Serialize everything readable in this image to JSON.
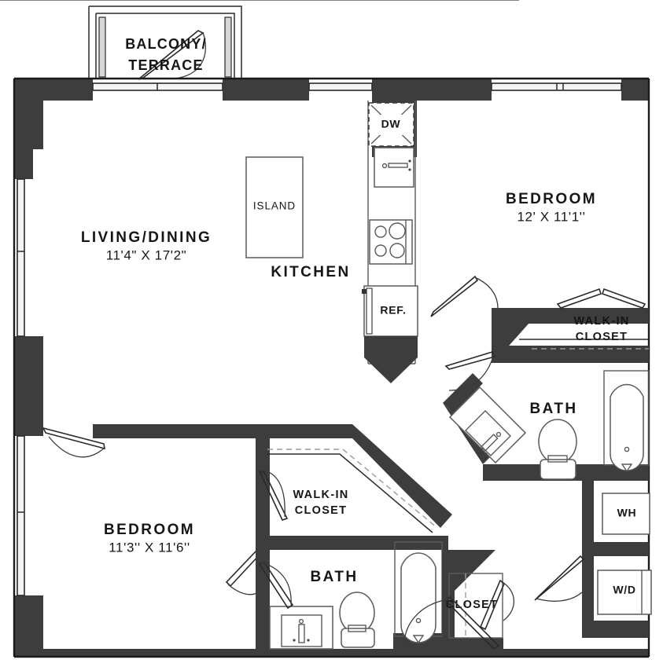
{
  "plan": {
    "title": "Two Bedroom Two Bath Floor Plan",
    "colors": {
      "wall_fill": "#3d3d3d",
      "thin_wall": "#1a1a1a",
      "fixture_stroke": "#555555",
      "text": "#161616",
      "background": "#ffffff",
      "window_glass": "#f2f2f2"
    }
  },
  "rooms": [
    {
      "key": "living_dining",
      "name": "LIVING/DINING",
      "dimensions": "11'4\" X 17'2\""
    },
    {
      "key": "kitchen",
      "name": "KITCHEN",
      "dimensions": ""
    },
    {
      "key": "bedroom_1",
      "name": "BEDROOM",
      "dimensions": "12' X 11'1''"
    },
    {
      "key": "bedroom_2",
      "name": "BEDROOM",
      "dimensions": "11'3'' X 11'6''"
    },
    {
      "key": "bath_1",
      "name": "BATH",
      "dimensions": ""
    },
    {
      "key": "bath_2",
      "name": "BATH",
      "dimensions": ""
    },
    {
      "key": "walk_in_1",
      "name": "WALK-IN",
      "dimensions": "CLOSET"
    },
    {
      "key": "walk_in_2",
      "name": "WALK-IN",
      "dimensions": "CLOSET"
    },
    {
      "key": "closet",
      "name": "CLOSET",
      "dimensions": ""
    },
    {
      "key": "balcony",
      "name": "BALCONY/",
      "dimensions": "TERRACE"
    }
  ],
  "labels": {
    "balcony_line1": "BALCONY/",
    "balcony_line2": "TERRACE",
    "living_name": "LIVING/DINING",
    "living_dim": "11'4\" X 17'2\"",
    "island": "ISLAND",
    "kitchen": "KITCHEN",
    "bedroom1_name": "BEDROOM",
    "bedroom1_dim": "12' X 11'1''",
    "bedroom2_name": "BEDROOM",
    "bedroom2_dim": "11'3'' X 11'6''",
    "walkin1_line1": "WALK-IN",
    "walkin1_line2": "CLOSET",
    "walkin2_line1": "WALK-IN",
    "walkin2_line2": "CLOSET",
    "bath1": "BATH",
    "bath2": "BATH",
    "closet": "CLOSET"
  },
  "appliances": [
    {
      "key": "dishwasher",
      "label": "DW"
    },
    {
      "key": "refrigerator",
      "label": "REF."
    },
    {
      "key": "water_heater",
      "label": "WH"
    },
    {
      "key": "washer_dryer",
      "label": "W/D"
    }
  ],
  "appliance_labels": {
    "dw": "DW",
    "ref": "REF.",
    "wh": "WH",
    "wd": "W/D"
  }
}
